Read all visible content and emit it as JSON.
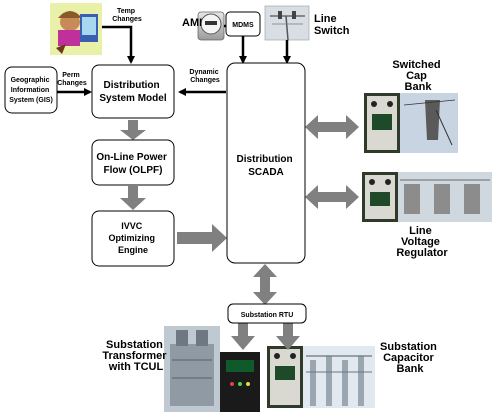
{
  "boxes": {
    "gis": [
      "Geographic",
      "Information",
      "System (GIS)"
    ],
    "dsm": [
      "Distribution",
      "System Model"
    ],
    "olpf": [
      "On-Line Power",
      "Flow (OLPF)"
    ],
    "ivvc": [
      "IVVC",
      "Optimizing",
      "Engine"
    ],
    "scada": [
      "Distribution",
      "SCADA"
    ],
    "rtu": "Substation RTU",
    "mdms": "MDMS"
  },
  "labels": {
    "temp": [
      "Temp",
      "Changes"
    ],
    "perm": [
      "Perm",
      "Changes"
    ],
    "dynamic": [
      "Dynamic",
      "Changes"
    ],
    "ami": "AMI",
    "line_switch": [
      "Line",
      "Switch"
    ],
    "switched_cap": [
      "Switched",
      "Cap",
      "Bank"
    ],
    "line_regulator": [
      "Line",
      "Voltage",
      "Regulator"
    ],
    "sub_transformer": [
      "Substation",
      "Transformer",
      "with TCUL"
    ],
    "sub_capacitor": [
      "Substation",
      "Capacitor",
      "Bank"
    ]
  }
}
